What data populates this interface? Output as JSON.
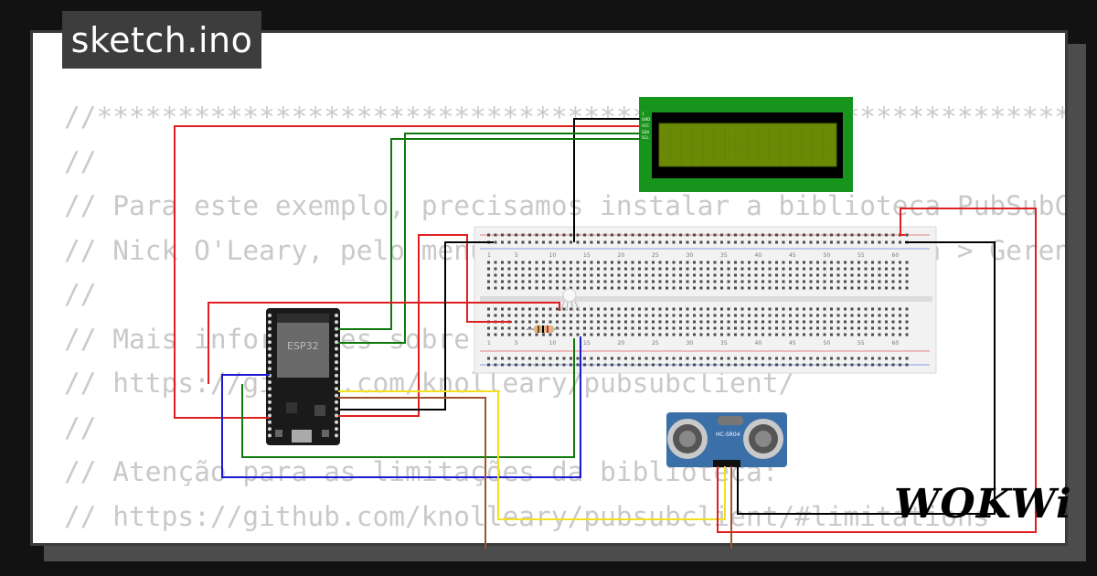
{
  "tab": {
    "title": "sketch.ino"
  },
  "code": {
    "lines": [
      "//*******************************************************************",
      "//",
      "// Para este exemplo, precisamos instalar a biblioteca PubSubClient de",
      "// Nick O'Leary, pelo menu Sketch > Incluir Biblioteca > Gerenciar Bibliotecas",
      "//",
      "// Mais informações sobre a biblioteca:",
      "// https://github.com/knolleary/pubsubclient/",
      "//",
      "// Atenção para as limitações da biblioteca:",
      "// https://github.com/knolleary/pubsubclient/#limitations",
      "//"
    ]
  },
  "components": {
    "esp32_label": "ESP32",
    "sensor_label": "HC-SR04",
    "lcd_pins": [
      "1",
      "SCL",
      "SDA",
      "VCC",
      "GND"
    ],
    "breadboard_numbers": [
      "1",
      "5",
      "10",
      "15",
      "20",
      "25",
      "30",
      "35",
      "40",
      "45",
      "50",
      "55",
      "60"
    ]
  },
  "brand": {
    "logo": "WOKWi"
  },
  "colors": {
    "lcd_body": "#17941c",
    "lcd_screen": "#6a8a06",
    "esp32_body": "#1a1a1a",
    "sensor_body": "#3a6fa8",
    "breadboard": "#f2f2f2",
    "wire_red": "#e02020",
    "wire_green": "#0e7a0e",
    "wire_blue": "#1a1ad0",
    "wire_yellow": "#f0e020",
    "wire_black": "#000000",
    "wire_brown": "#a0522d"
  }
}
